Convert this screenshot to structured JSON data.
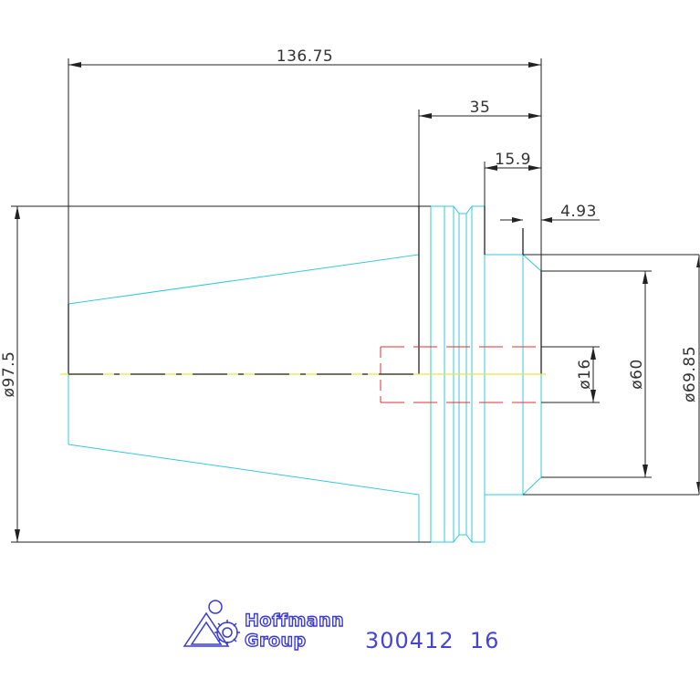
{
  "dimensions": {
    "overall_length": "136.75",
    "flange_length": "35",
    "shank_length": "15.9",
    "chamfer": "4.93",
    "bore_dia": "ø16",
    "face_dia": "ø60",
    "shank_dia": "ø69.85",
    "flange_dia": "ø97.5"
  },
  "logo": {
    "line1": "Hoffmann",
    "line2": "Group"
  },
  "part_number": "300412  16",
  "colors": {
    "outline": "#36c8d8",
    "dimension": "#222222",
    "hidden_bore": "#e03030",
    "centerline": "#e6e640",
    "logo": "#3a3ad8"
  }
}
